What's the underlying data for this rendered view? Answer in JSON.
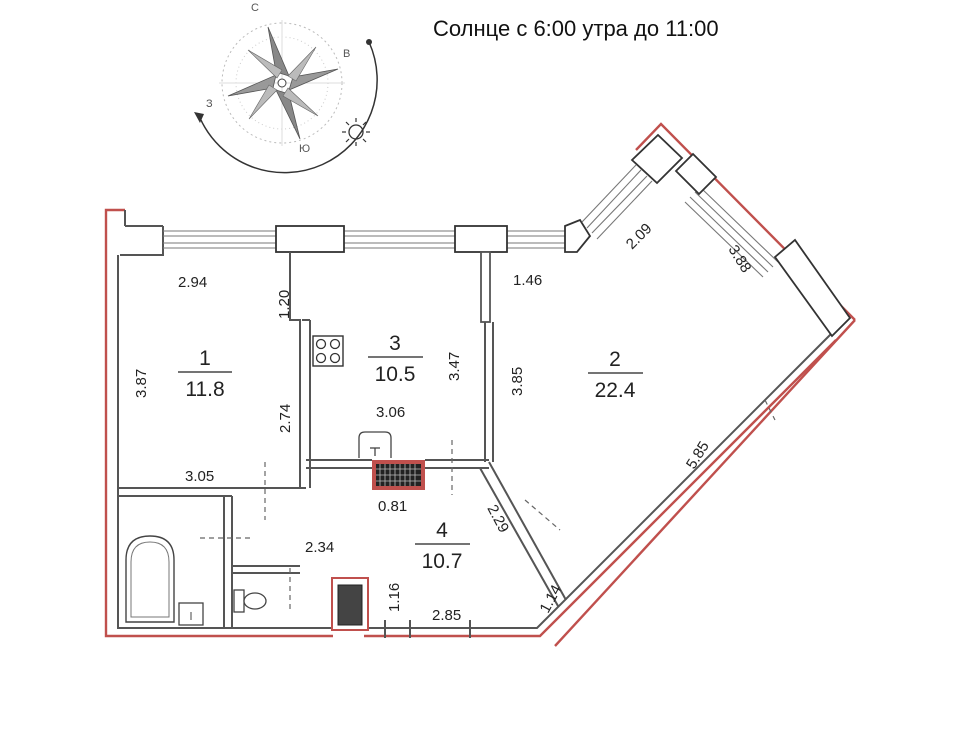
{
  "sun_caption": "Солнце с 6:00 утра до 11:00",
  "compass": {
    "north": "С",
    "east": "В",
    "south": "Ю",
    "west": "З",
    "icon": "compass-rose-icon",
    "sun_icon": "sun-icon"
  },
  "rooms": [
    {
      "number": "1",
      "area": "11.8"
    },
    {
      "number": "2",
      "area": "22.4"
    },
    {
      "number": "3",
      "area": "10.5"
    },
    {
      "number": "4",
      "area": "10.7"
    }
  ],
  "dimensions": {
    "room1_top": "2.94",
    "room1_left": "3.87",
    "room1_right_upper": "1.20",
    "room1_right_lower": "2.74",
    "room1_bottom": "3.05",
    "room3_right": "3.47",
    "room3_bottom": "3.06",
    "room2_top_left": "1.46",
    "room2_left": "3.85",
    "room2_angle_top": "2.09",
    "room2_angle_right": "3.88",
    "room2_diagonal": "5.85",
    "vent_width": "0.81",
    "hall_diagonal": "2.29",
    "hall_bath_wall": "2.34",
    "hall_shaft_side": "1.16",
    "hall_bottom": "2.85",
    "hall_corner": "1.14"
  },
  "colors": {
    "outer_wall": "#c0504d",
    "walls": "#555555",
    "sun": "#333333"
  }
}
